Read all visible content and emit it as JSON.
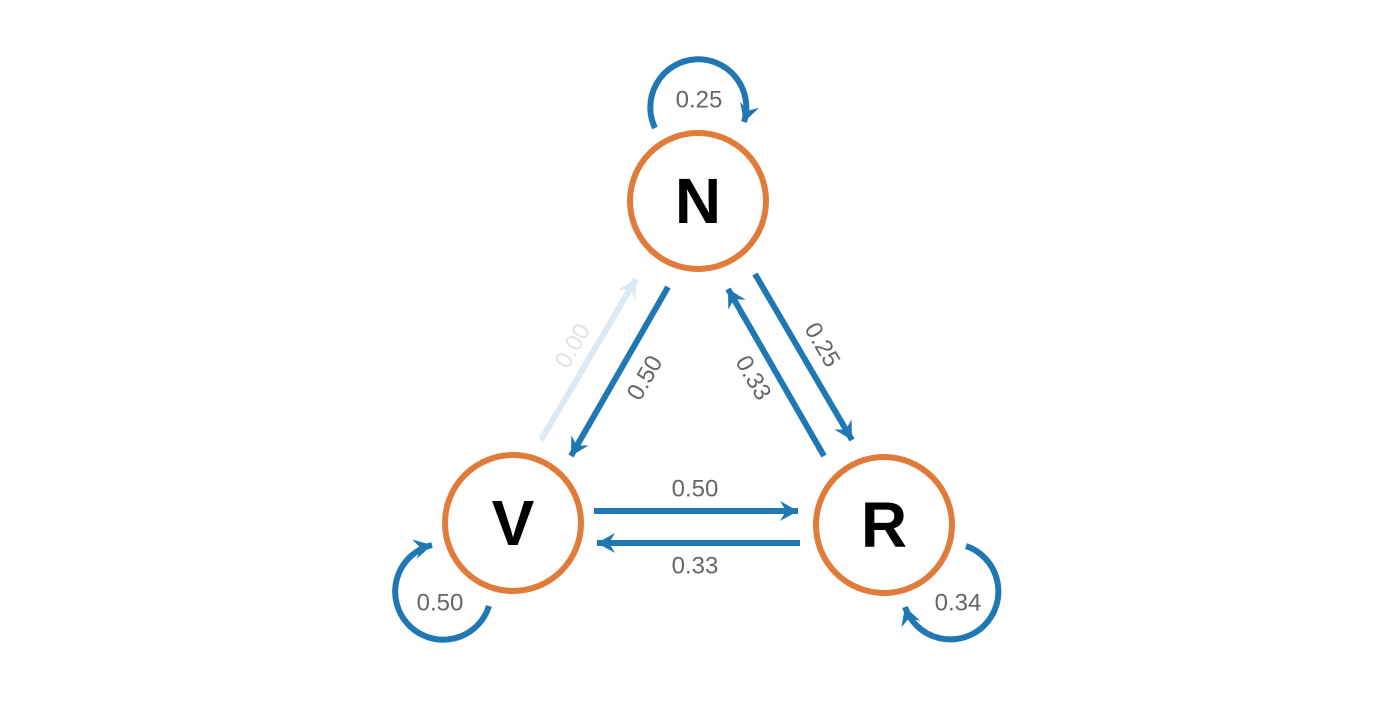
{
  "colors": {
    "node_stroke": "#E07B39",
    "edge": "#1F77B4",
    "edge_faded": "#DCE8F3",
    "label": "#666666",
    "label_faded": "#E2E2E2"
  },
  "nodes": {
    "N": {
      "label": "N"
    },
    "V": {
      "label": "V"
    },
    "R": {
      "label": "R"
    }
  },
  "edges": {
    "N_N": {
      "from": "N",
      "to": "N",
      "label": "0.25",
      "value": 0.25
    },
    "N_V": {
      "from": "N",
      "to": "V",
      "label": "0.50",
      "value": 0.5
    },
    "V_N": {
      "from": "V",
      "to": "N",
      "label": "0.00",
      "value": 0.0
    },
    "N_R": {
      "from": "N",
      "to": "R",
      "label": "0.25",
      "value": 0.25
    },
    "R_N": {
      "from": "R",
      "to": "N",
      "label": "0.33",
      "value": 0.33
    },
    "V_R": {
      "from": "V",
      "to": "R",
      "label": "0.50",
      "value": 0.5
    },
    "R_V": {
      "from": "R",
      "to": "V",
      "label": "0.33",
      "value": 0.33
    },
    "V_V": {
      "from": "V",
      "to": "V",
      "label": "0.50",
      "value": 0.5
    },
    "R_R": {
      "from": "R",
      "to": "R",
      "label": "0.34",
      "value": 0.34
    }
  }
}
